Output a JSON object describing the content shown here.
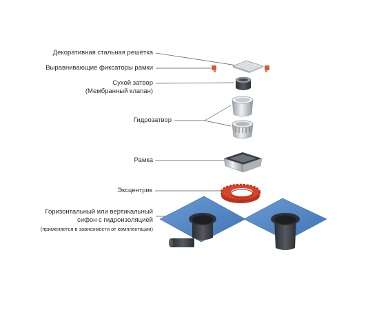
{
  "labels": {
    "grate": "Декоративная стальная решётка",
    "frame_clips": "Выравнивающие фиксаторы рамки",
    "dry_seal_line1": "Сухой затвор",
    "dry_seal_line2": "(Мембранный клапан)",
    "water_seal": "Гидрозатвор",
    "frame": "Рамка",
    "eccentric": "Эксцентрик",
    "siphon_line1": "Горизонтальный или вертикальный",
    "siphon_line2": "сифон с гидроизоляцией",
    "siphon_note": "(применяется в зависимости от комплектации)"
  },
  "colors": {
    "membrane": "#4f86c6",
    "eccentric": "#d9452b",
    "steel": "#c9cdd1",
    "pipe": "#3a3d42",
    "clip": "#e0552f",
    "leader": "#555555"
  }
}
